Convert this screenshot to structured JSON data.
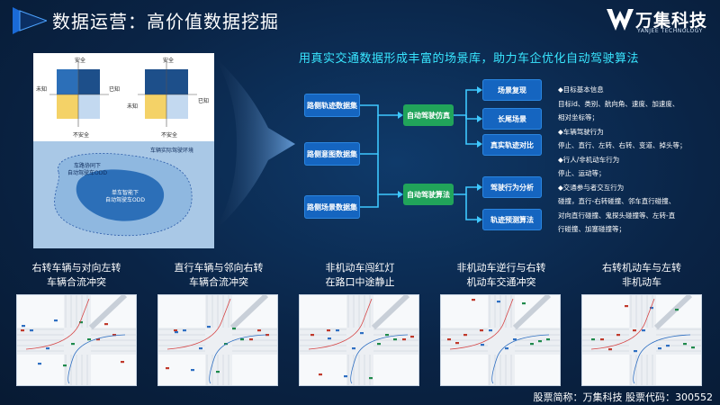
{
  "header": {
    "title": "数据运营：高价值数据挖掘",
    "logo_cn": "万集科技",
    "logo_en": "YANJEE TECHNOLOGY"
  },
  "left_panel": {
    "quad_labels": {
      "safe_left": "安全",
      "unsafe_left": "不安全",
      "unknown_left": "未知",
      "known_left": "已知",
      "safe_right": "安全",
      "unsafe_right": "不安全",
      "unknown_right": "未知",
      "known_right": "已知"
    },
    "scene_labels": {
      "environment": "车辆实际驾驶环境",
      "roadside": "车路协同下\n自动驾驶车ODD",
      "vehicle": "单车智能下\n自动驾驶车ODD"
    }
  },
  "main": {
    "subtitle": "用真实交通数据形成丰富的场景库，助力车企优化自动驾驶算法",
    "sources": [
      "路侧轨迹数据集",
      "路侧意图数据集",
      "路侧场景数据集"
    ],
    "middle": [
      "自动驾驶仿真",
      "自动驾驶算法"
    ],
    "outputs": [
      "场景复现",
      "长尾场景",
      "真实轨迹对比",
      "驾驶行为分析",
      "轨迹预测算法"
    ]
  },
  "notes": [
    "◆目标基本信息",
    "目标id、类别、航向角、速度、加速度、",
    "相对坐标等；",
    "◆车辆驾驶行为",
    "停止、直行、左转、右转、变道、掉头等；",
    "◆行人/非机动车行为",
    "停止、运动等；",
    "◆交通参与者交互行为",
    "碰撞，直行-右转碰撞、邻车直行碰撞、",
    "对向直行碰撞、鬼探头碰撞等、左转-直",
    "行碰撞、加塞碰撞等；"
  ],
  "scenarios": [
    {
      "line1": "右转车辆与对向左转",
      "line2": "车辆合流冲突"
    },
    {
      "line1": "直行车辆与邻向右转",
      "line2": "车辆合流冲突"
    },
    {
      "line1": "非机动车闯红灯",
      "line2": "在路口中途静止"
    },
    {
      "line1": "非机动车逆行与右转",
      "line2": "机动车交通冲突"
    },
    {
      "line1": "右转机动车与左转",
      "line2": "非机动车"
    }
  ],
  "footer": {
    "text": "股票简称：万集科技   股票代码：300552"
  }
}
